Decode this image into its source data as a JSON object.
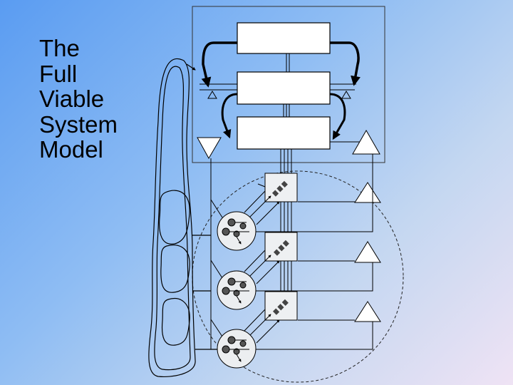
{
  "slide": {
    "title_lines": [
      "The",
      "Full",
      "Viable",
      "System",
      "Model"
    ]
  },
  "colors": {
    "background_start": "#5a9cf2",
    "background_end": "#efe3f4",
    "line": "#000000",
    "box_fill": "#ffffff",
    "node_fill": "#e9ecef",
    "dot_fill": "#555555"
  },
  "diagram": {
    "management_boxes": [
      "system-5",
      "system-4",
      "system-3"
    ],
    "operational_units": [
      "unit-1",
      "unit-2",
      "unit-3"
    ],
    "environment_loops": 3
  }
}
